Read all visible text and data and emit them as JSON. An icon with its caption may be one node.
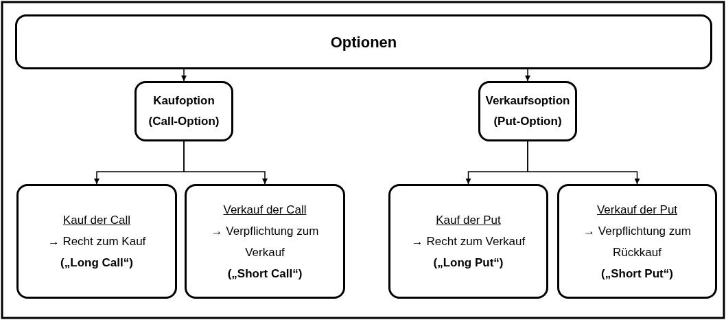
{
  "diagram": {
    "nodes": [
      {
        "text": [
          "Optionen"
        ]
      },
      {
        "text": [
          "Kaufoption",
          "(Call-Option)"
        ]
      },
      {
        "text": [
          "Verkaufsoption",
          "(Put-Option)"
        ]
      },
      {
        "text": [
          "Kauf der Call",
          "→ Recht zum Kauf",
          "(„Long Call“)"
        ]
      },
      {
        "text": [
          "Verkauf der Call",
          "→ Verpflichtung zum Verkauf",
          "(„Short Call“)"
        ]
      },
      {
        "text": [
          "Kauf der Put",
          "→ Recht zum Verkauf",
          "(„Long Put“)"
        ]
      },
      {
        "text": [
          "Verkauf der Put",
          "→ Verpflichtung zum Rückkauf",
          "(„Short Put“)"
        ]
      }
    ],
    "edges": [
      {
        "from": 0,
        "to": 1,
        "arrow": "to"
      },
      {
        "from": 0,
        "to": 2,
        "arrow": "to"
      },
      {
        "from": 1,
        "to": 3,
        "arrow": "to"
      },
      {
        "from": 1,
        "to": 4,
        "arrow": "to"
      },
      {
        "from": 2,
        "to": 5,
        "arrow": "to"
      },
      {
        "from": 2,
        "to": 6,
        "arrow": "to"
      }
    ]
  }
}
